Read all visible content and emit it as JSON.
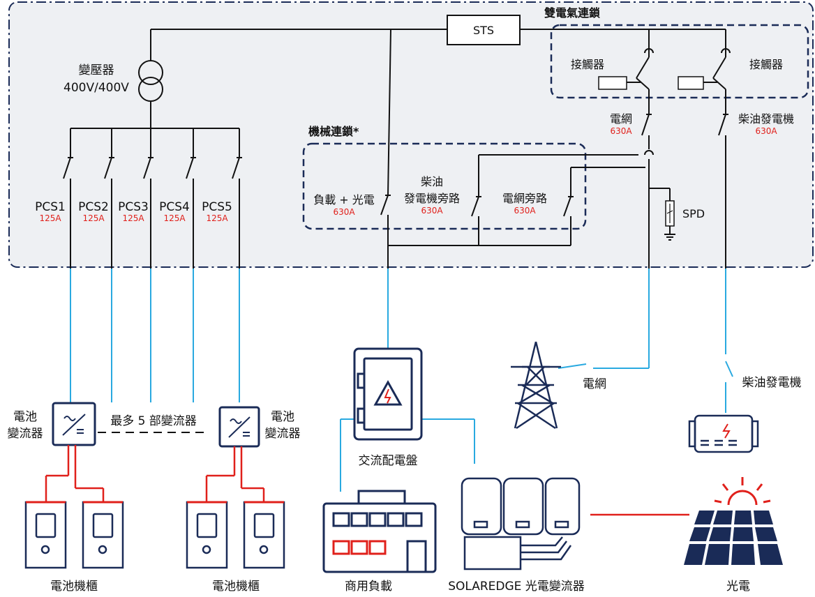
{
  "title": "雙電氣連鎖",
  "transformer": {
    "name": "變壓器",
    "rating": "400V/400V"
  },
  "sts": "STS",
  "pcs": [
    {
      "label": "PCS1",
      "amps": "125A"
    },
    {
      "label": "PCS2",
      "amps": "125A"
    },
    {
      "label": "PCS3",
      "amps": "125A"
    },
    {
      "label": "PCS4",
      "amps": "125A"
    },
    {
      "label": "PCS5",
      "amps": "125A"
    }
  ],
  "mech": {
    "title": "機械連鎖*",
    "load_pv": {
      "label": "負載 + 光電",
      "amps": "630A"
    },
    "diesel_bypass": {
      "line1": "柴油",
      "line2": "發電機旁路",
      "amps": "630A"
    },
    "grid_bypass": {
      "label": "電網旁路",
      "amps": "630A"
    }
  },
  "contactor_left": "接觸器",
  "contactor_right": "接觸器",
  "grid_switch": {
    "label": "電網",
    "amps": "630A"
  },
  "diesel_switch": {
    "label": "柴油發電機",
    "amps": "630A"
  },
  "spd": "SPD",
  "inverter_left": {
    "line1": "電池",
    "line2": "變流器"
  },
  "inverter_right": {
    "line1": "電池",
    "line2": "變流器"
  },
  "max_inverters": "最多 5 部變流器",
  "ac_panel": "交流配電盤",
  "grid_label": "電網",
  "diesel_label": "柴油發電機",
  "cabinet_left": "電池機櫃",
  "cabinet_right": "電池機櫃",
  "commercial_load": "商用負載",
  "solaredge": "SOLAREDGE 光電變流器",
  "pv": "光電",
  "colors": {
    "wire": "#111111",
    "ac_link": "#29a9e0",
    "dc_link": "#e0201b",
    "navy": "#1a2b57",
    "panel_bg": "#eef0f3"
  }
}
